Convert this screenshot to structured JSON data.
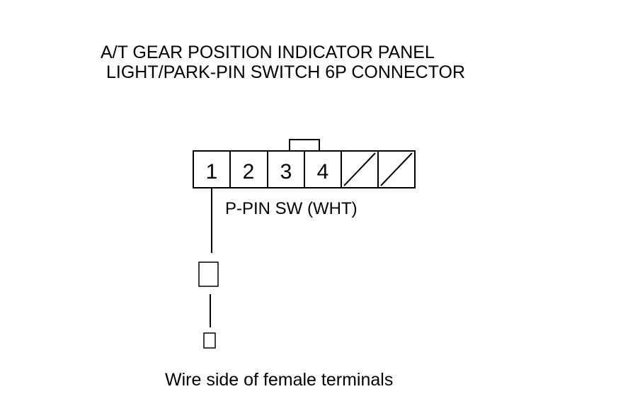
{
  "title": {
    "line1": "A/T GEAR POSITION INDICATOR PANEL",
    "line2": "LIGHT/PARK-PIN SWITCH 6P CONNECTOR"
  },
  "connector": {
    "pins": [
      "1",
      "2",
      "3",
      "4",
      "",
      ""
    ],
    "blank_cavities": 2
  },
  "wire_label": "P-PIN SW (WHT)",
  "caption": "Wire side of female terminals"
}
